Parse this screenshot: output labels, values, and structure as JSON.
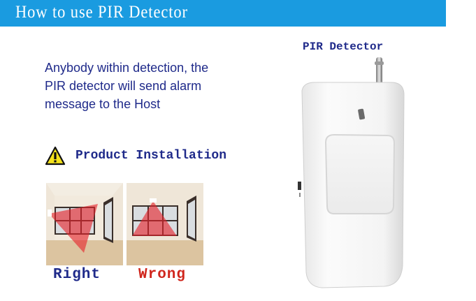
{
  "header": {
    "title": "How to use PIR Detector",
    "background_color": "#1a9be0"
  },
  "intro": {
    "lines": [
      "Anybody  within detection, the",
      "PIR detector will send alarm",
      "message to the Host"
    ],
    "color": "#1f2a8a"
  },
  "installation": {
    "icon": "warning-triangle-icon",
    "label": "Product Installation"
  },
  "examples": [
    {
      "caption": "Right",
      "caption_color": "#1f2a8a",
      "image": "room-with-side-mounted-detector"
    },
    {
      "caption": "Wrong",
      "caption_color": "#d0261d",
      "image": "room-with-ceiling-mounted-detector"
    }
  ],
  "product": {
    "label": "PIR Detector",
    "image": "white-pir-motion-sensor-with-antenna"
  }
}
